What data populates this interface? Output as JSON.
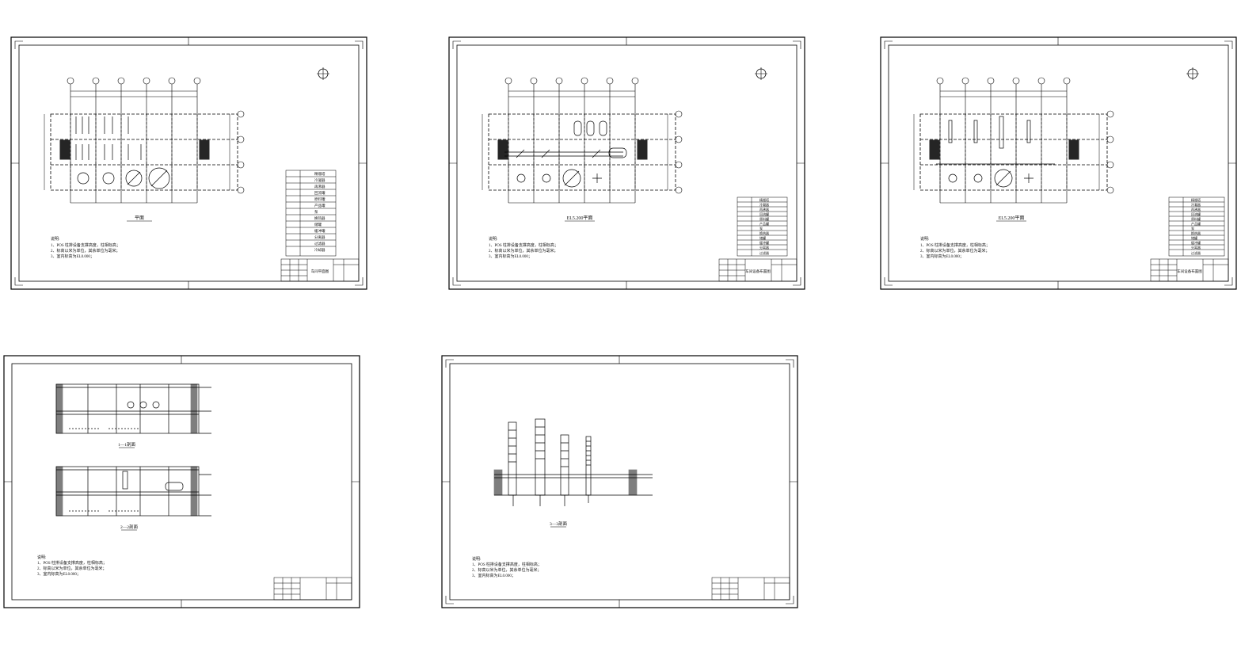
{
  "sheets": [
    {
      "id": "s1",
      "plan_caption": "平面",
      "notes": [
        "说明:",
        "1、POS 柱排设备支撑高度，柱相标高；",
        "2、标高以米为单位，其余单位为毫米；",
        "3、室内标高为EL0.000；"
      ],
      "title_text": "车间平面图"
    },
    {
      "id": "s2",
      "plan_caption": "EL5.200平面",
      "notes": [
        "说明:",
        "1、POS 柱排设备支撑高度，柱相标高；",
        "2、标高以米为单位，其余单位为毫米；",
        "3、室内标高为EL0.000；"
      ],
      "title_text": "车间设备布置图"
    },
    {
      "id": "s3",
      "plan_caption": "EL5.200平面",
      "notes": [
        "说明:",
        "1、POS 柱排设备支撑高度，柱相标高；",
        "2、标高以米为单位，其余单位为毫米；",
        "3、室内标高为EL0.000；"
      ],
      "title_text": "车间设备布置图"
    },
    {
      "id": "s4",
      "section_captions": [
        "1—1剖面",
        "2—2剖面"
      ],
      "notes": [
        "说明:",
        "1、POS 柱排设备支撑高度，柱相标高；",
        "2、标高以米为单位，其余单位为毫米；",
        "3、室内标高为EL0.000；"
      ]
    },
    {
      "id": "s5",
      "section_captions": [
        "3—3剖面"
      ],
      "notes": [
        "说明:",
        "1、POS 柱排设备支撑高度，柱相标高；",
        "2、标高以米为单位，其余单位为毫米；",
        "3、室内标高为EL0.000；"
      ]
    }
  ],
  "equipment_table_rows": [
    "精馏塔",
    "冷凝器",
    "再沸器",
    "回流罐",
    "原料罐",
    "产品罐",
    "泵",
    "换热器",
    "储罐",
    "缓冲罐",
    "分离器",
    "过滤器",
    "冷却器"
  ],
  "colors": {
    "line": "#000000",
    "background": "#ffffff"
  }
}
